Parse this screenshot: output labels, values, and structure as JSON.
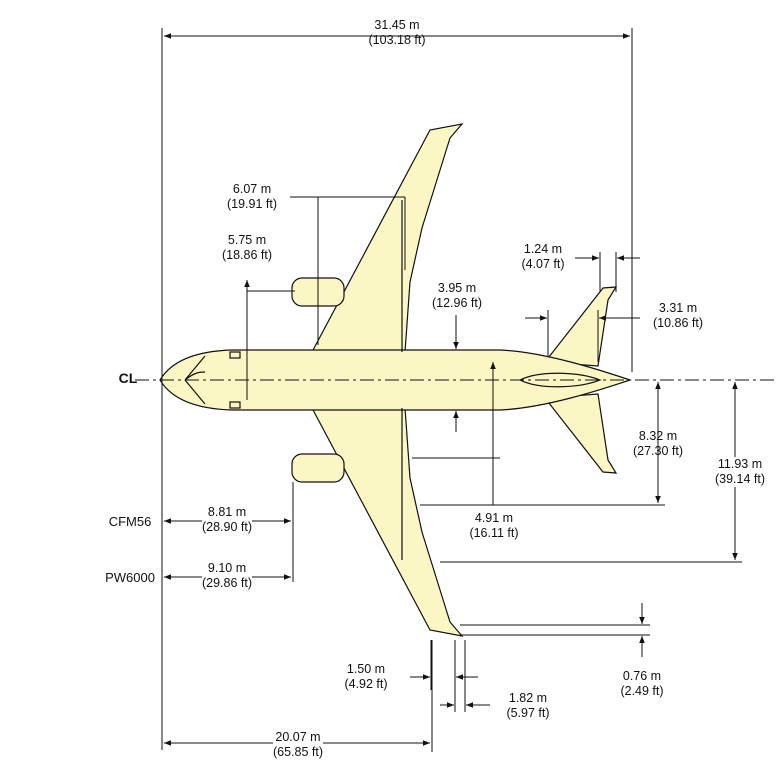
{
  "colors": {
    "aircraft_fill": "#fbf7c4",
    "line": "#111111"
  },
  "centerline_label": "CL",
  "dimensions": {
    "span": {
      "m": "31.45 m",
      "ft": "(103.18 ft)"
    },
    "wing_root": {
      "m": "6.07 m",
      "ft": "(19.91 ft)"
    },
    "nose_to_engine": {
      "m": "5.75 m",
      "ft": "(18.86 ft)"
    },
    "stab_tip": {
      "m": "1.24 m",
      "ft": "(4.07 ft)"
    },
    "fuselage_width": {
      "m": "3.95 m",
      "ft": "(12.96 ft)"
    },
    "stab_root": {
      "m": "3.31 m",
      "ft": "(10.86 ft)"
    },
    "stab_span": {
      "m": "8.32 m",
      "ft": "(27.30 ft)"
    },
    "half_span": {
      "m": "11.93 m",
      "ft": "(39.14 ft)"
    },
    "engine_spacing": {
      "m": "4.91 m",
      "ft": "(16.11 ft)"
    },
    "cfm56": {
      "engine": "CFM56",
      "m": "8.81 m",
      "ft": "(28.90 ft)"
    },
    "pw6000": {
      "engine": "PW6000",
      "m": "9.10 m",
      "ft": "(29.86 ft)"
    },
    "wingtip_a": {
      "m": "1.50 m",
      "ft": "(4.92 ft)"
    },
    "wingtip_offset": {
      "m": "0.76 m",
      "ft": "(2.49 ft)"
    },
    "wingtip_b": {
      "m": "1.82 m",
      "ft": "(5.97 ft)"
    },
    "length_to_tip": {
      "m": "20.07 m",
      "ft": "(65.85 ft)"
    }
  }
}
